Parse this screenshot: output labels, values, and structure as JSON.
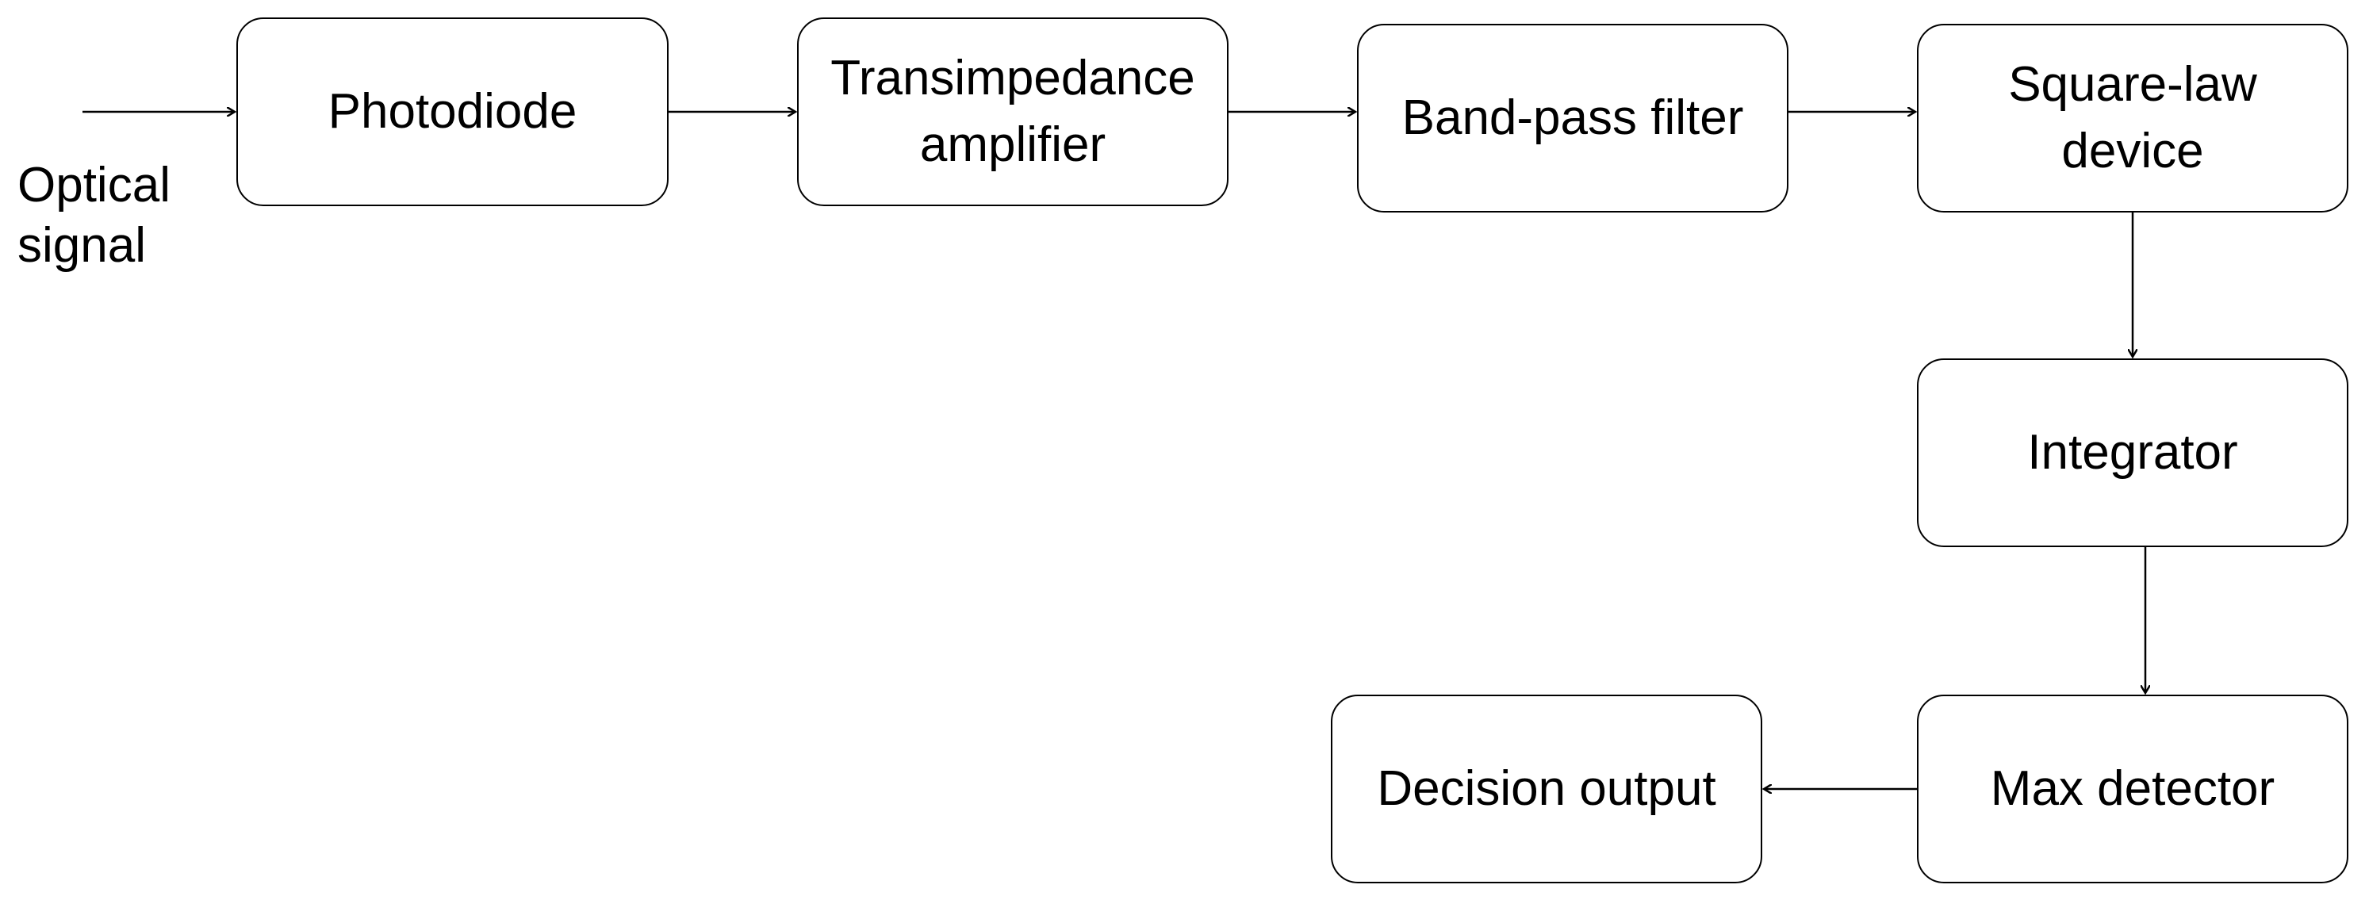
{
  "input": {
    "label": "Optical\nsignal"
  },
  "blocks": {
    "photodiode": "Photodiode",
    "tia": "Transimpedance\namplifier",
    "bpf": "Band-pass filter",
    "square_law": "Square-law\ndevice",
    "integrator": "Integrator",
    "max_detector": "Max detector",
    "decision": "Decision output"
  },
  "colors": {
    "stroke": "#000000",
    "background": "#ffffff"
  }
}
